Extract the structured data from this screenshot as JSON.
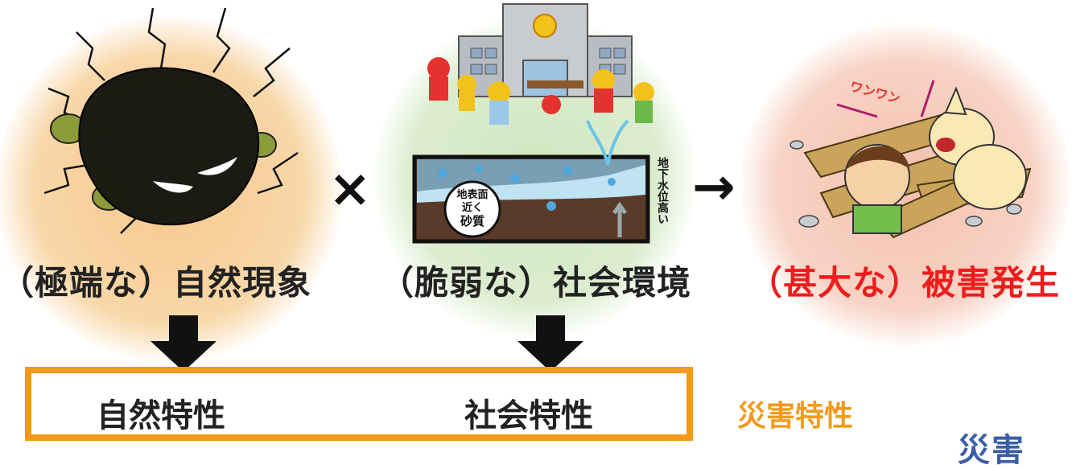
{
  "captions": {
    "nature": "（極端な）自然現象",
    "society": "（脆弱な）社会環境",
    "damage": "（甚大な）被害発生"
  },
  "operators": {
    "times": "×",
    "arrow": "→"
  },
  "illustration_text": {
    "ground_circle": [
      "地表面",
      "近く",
      "砂質"
    ],
    "groundwater_vertical": "地下水位高い",
    "dog_bark": "ワンワン"
  },
  "properties": {
    "natural": "自然特性",
    "social": "社会特性",
    "disaster": "災害特性"
  },
  "logo_fragment": "災害",
  "colors": {
    "damage_text": "#ee1c1c",
    "box_border": "#f19a1c",
    "disaster_label": "#f19a1c"
  }
}
